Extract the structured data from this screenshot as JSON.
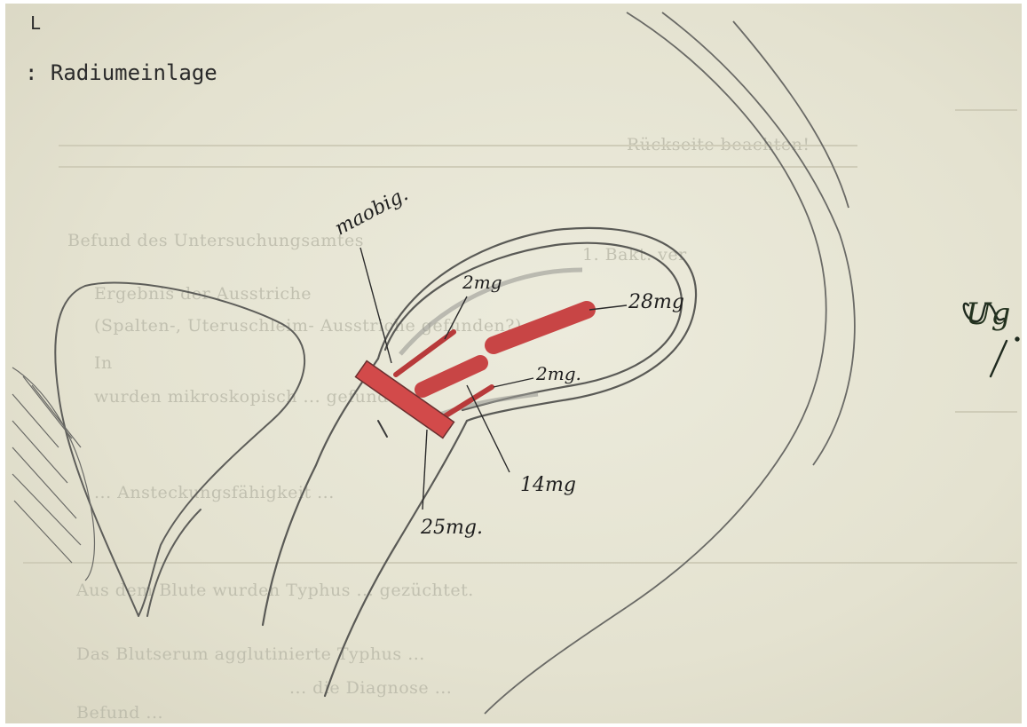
{
  "typed": {
    "corner_mark": "L",
    "heading": ": Radiumeinlage"
  },
  "annotations": {
    "top_label": "maobig.",
    "dose_2mg_upper": "2mg",
    "dose_28mg": "28mg",
    "dose_2mg_lower": "2mg.",
    "dose_14mg": "14mg",
    "dose_25mg": "25mg.",
    "signature": "Ug i."
  },
  "background_form": {
    "line_1": "Rückseite beachten!",
    "line_2": "Befund des Untersuchungsamtes",
    "line_3": "1. Bakt. ver",
    "line_4": "Ergebnis der Ausstriche",
    "line_5": "(Spalten-, Uteruschleim- Ausstriche gefunden?)",
    "line_6": "In",
    "line_7": "wurden mikroskopisch ... gefunden.",
    "line_8": "... Ansteckungsfähigkeit ...",
    "line_9": "Aus dem Blute wurden Typhus ... gezüchtet.",
    "line_10": "Das Blutserum agglutinierte Typhus ...",
    "line_11": "... die Diagnose ...",
    "line_12": "Befund ..."
  },
  "colors": {
    "paper": "#e6e4d2",
    "pencil": "#6e6e6a",
    "radium_red": "#cc3b3b",
    "ink": "#1e1e1e"
  }
}
